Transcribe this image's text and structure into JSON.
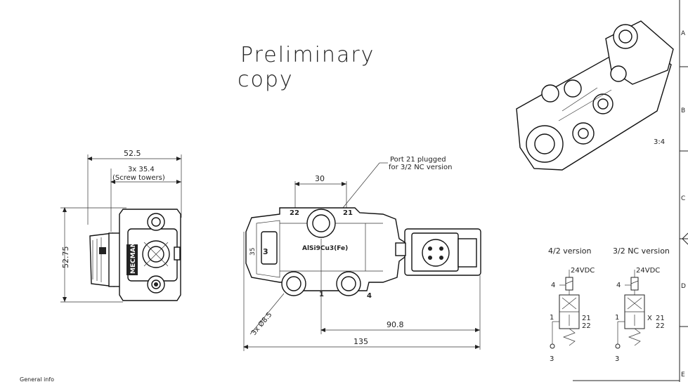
{
  "watermark": {
    "line1": "Preliminary",
    "line2": "copy"
  },
  "note": {
    "line1": "Port 21 plugged",
    "line2": "for 3/2 NC version"
  },
  "side_view": {
    "dim_width": "52.5",
    "dim_towers_1": "3x 35.4",
    "dim_towers_2": "(Screw towers)",
    "dim_height": "52.75",
    "brand": "MECMAN"
  },
  "front_view": {
    "dim_ports": "30",
    "port_22": "22",
    "port_21": "21",
    "port_3": "3",
    "port_1": "1",
    "port_4": "4",
    "dim_35": "35",
    "material": "AlSi9Cu3(Fe)",
    "dim_holes": "3x Ø8.5",
    "dim_offset": "90.8",
    "dim_length": "135"
  },
  "iso_view": {
    "scale": "3:4"
  },
  "schematics": {
    "left_title": "4/2 version",
    "right_title": "3/2 NC version",
    "supply": "24VDC",
    "port_4": "4",
    "port_1": "1",
    "port_3": "3",
    "port_21": "21",
    "port_22": "22",
    "plug_mark": "X"
  },
  "frame": {
    "zones": [
      "A",
      "B",
      "C",
      "D",
      "E"
    ]
  },
  "footer": {
    "general_info": "General info"
  }
}
